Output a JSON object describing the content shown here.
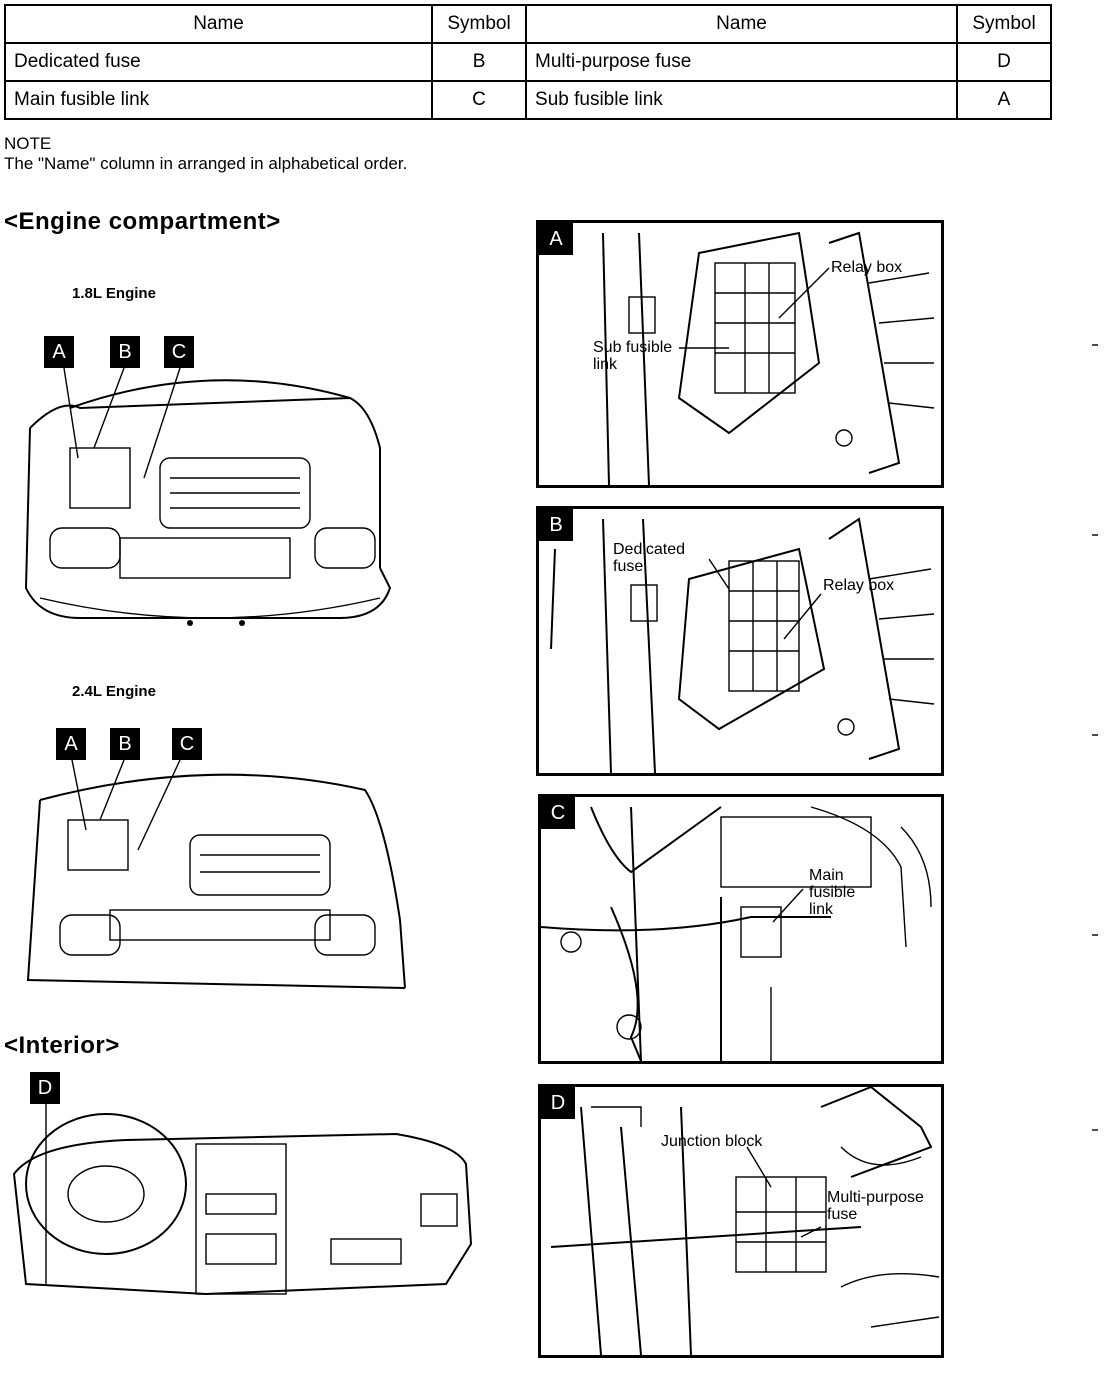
{
  "legend_table": {
    "headers": [
      "Name",
      "Symbol",
      "Name",
      "Symbol"
    ],
    "rows": [
      {
        "name1": "Dedicated fuse",
        "sym1": "B",
        "name2": "Multi-purpose fuse",
        "sym2": "D"
      },
      {
        "name1": "Main fusible link",
        "sym1": "C",
        "name2": "Sub fusible link",
        "sym2": "A"
      }
    ]
  },
  "note": {
    "heading": "NOTE",
    "text": "The \"Name\" column in arranged in alphabetical order."
  },
  "engine_section": {
    "title": "<Engine  compartment>",
    "engine_1": {
      "label": "1.8L Engine",
      "tags": [
        "A",
        "B",
        "C"
      ]
    },
    "engine_2": {
      "label": "2.4L Engine",
      "tags": [
        "A",
        "B",
        "C"
      ]
    }
  },
  "interior_section": {
    "title": "<Interior>",
    "tags": [
      "D"
    ]
  },
  "panels": {
    "A": {
      "tag": "A",
      "callouts": [
        "Relay box",
        "Sub fusible\nlink"
      ]
    },
    "B": {
      "tag": "B",
      "callouts": [
        "Dedicated\nfuse",
        "Relay box"
      ]
    },
    "C": {
      "tag": "C",
      "callouts": [
        "Main\nfusible\nlink"
      ]
    },
    "D": {
      "tag": "D",
      "callouts": [
        "Junction block",
        "Multi-purpose\nfuse"
      ]
    }
  }
}
